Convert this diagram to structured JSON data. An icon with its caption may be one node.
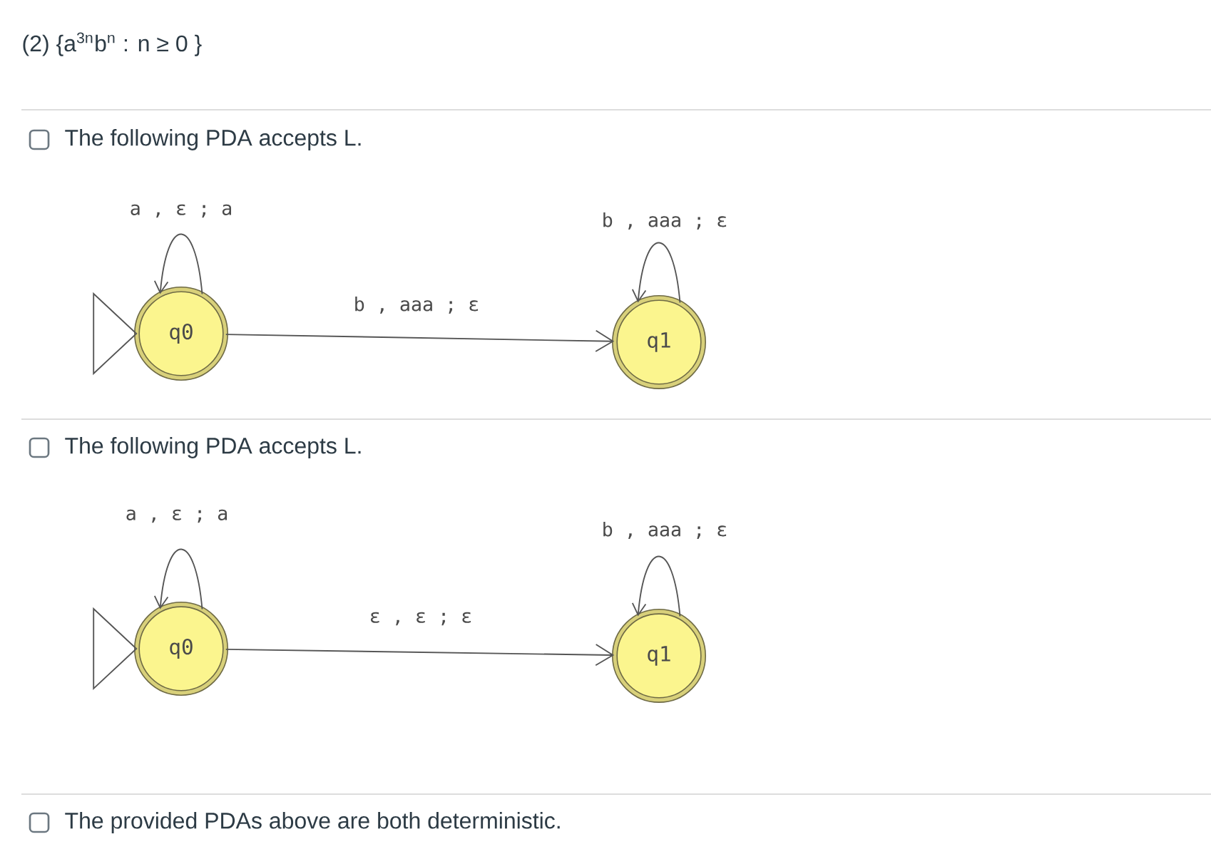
{
  "diagram": {
    "title": "(2) {a$^{3n}$b$^{n}$ : n ≥ 0 }",
    "nodes": [
      {
        "text": [
          "q0"
        ]
      },
      {
        "text": [
          "q1"
        ]
      },
      {
        "text": [
          "q0"
        ]
      },
      {
        "text": [
          "q1"
        ]
      }
    ],
    "edges": [
      {
        "from": 0,
        "to": 0,
        "arrow": "to",
        "label": "a , ε ; a"
      },
      {
        "from": 0,
        "to": 1,
        "arrow": "to",
        "label": "b , aaa ; ε"
      },
      {
        "from": 1,
        "to": 1,
        "arrow": "to",
        "label": "b , aaa ; ε"
      },
      {
        "from": 2,
        "to": 2,
        "arrow": "to",
        "label": "a , ε ; a"
      },
      {
        "from": 2,
        "to": 3,
        "arrow": "to",
        "label": "ε , ε ; ε"
      },
      {
        "from": 3,
        "to": 3,
        "arrow": "to",
        "label": "b , aaa ; ε"
      }
    ],
    "labels": [
      "The following PDA accepts L.",
      "The following PDA accepts L.",
      "The provided PDAs above are both deterministic."
    ]
  }
}
